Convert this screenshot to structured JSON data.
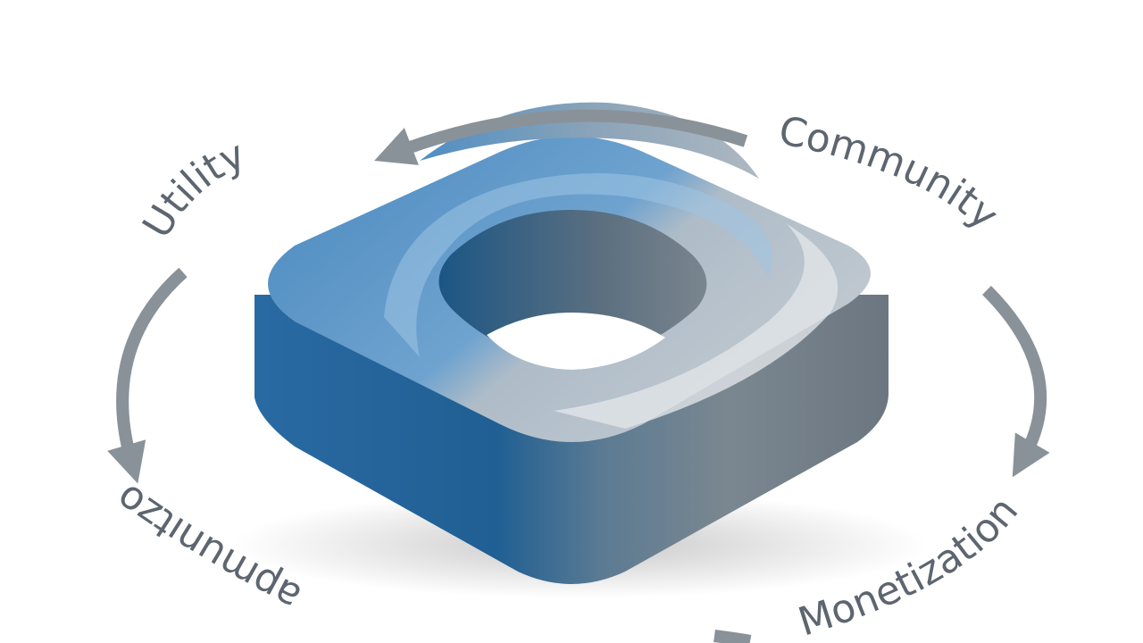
{
  "cycle": {
    "labels": {
      "community": "Community",
      "monetization": "Monetization",
      "utility": "Utility",
      "garbled_bottom_left": "ozʇıunɯdɐ"
    }
  },
  "colors": {
    "blue_dark": "#1f5f93",
    "blue_mid": "#3d7fb5",
    "blue_light": "#7fb0d8",
    "gray_light": "#c9d0d6",
    "gray_mid": "#9aa5ae",
    "gray_dark": "#6b7680",
    "arrow": "#8a9299",
    "text": "#5d6670"
  }
}
